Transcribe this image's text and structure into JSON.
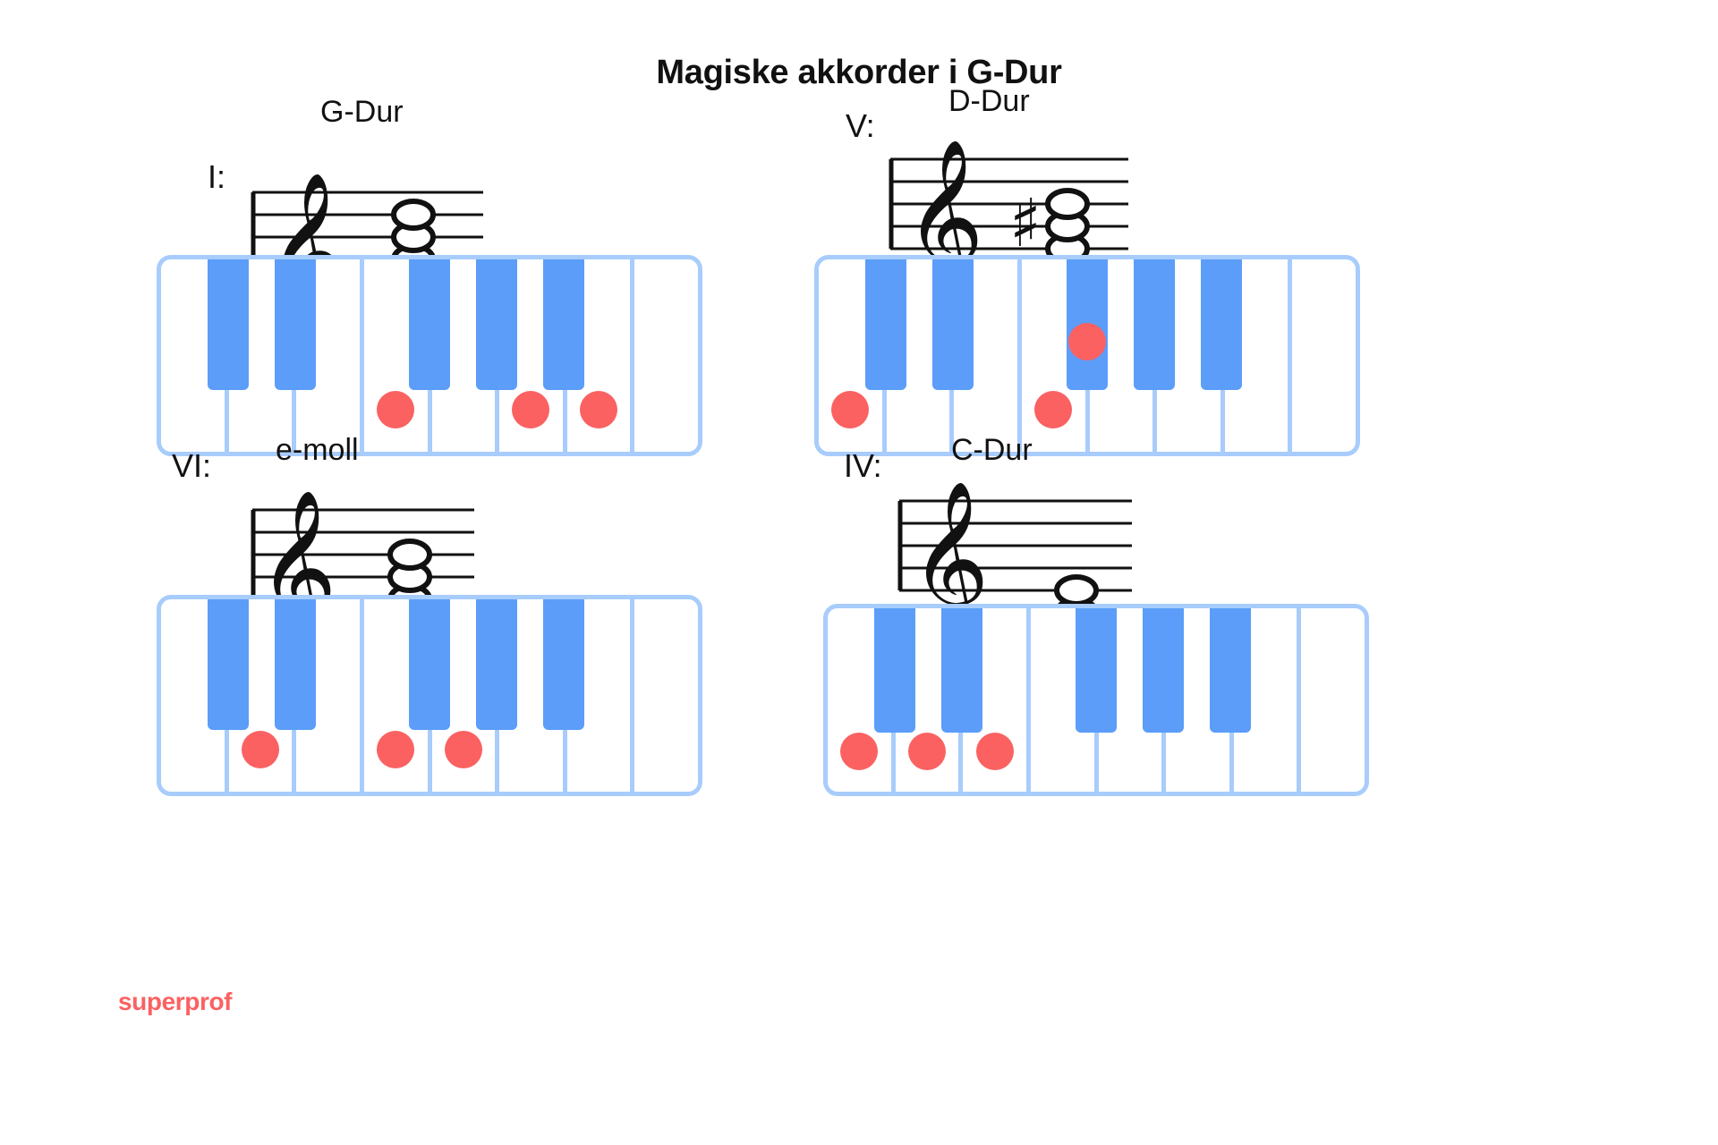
{
  "title": "Magiske akkorder i G-Dur",
  "logo": "superprof",
  "colors": {
    "black_key": "#5B9DF9",
    "key_border": "#A8CCFC",
    "marker": "#FB6161",
    "text": "#111111"
  },
  "chords": [
    {
      "id": "chord-1",
      "roman": "I:",
      "name": "G-Dur",
      "accidental": "",
      "staff_notes": [
        {
          "label": "G4",
          "step": 0
        },
        {
          "label": "B4",
          "step": 1
        },
        {
          "label": "D5",
          "step": 2
        }
      ],
      "keys_marked": [
        "G",
        "B",
        "D"
      ],
      "marker_positions": [
        3,
        5,
        6
      ],
      "black_key_layout": [
        1,
        2,
        4,
        5,
        6
      ]
    },
    {
      "id": "chord-2",
      "roman": "V:",
      "name": "D-Dur",
      "accidental": "♯",
      "staff_notes": [
        {
          "label": "D4",
          "step": 0
        },
        {
          "label": "F#4",
          "step": 1
        },
        {
          "label": "A4",
          "step": 2
        }
      ],
      "keys_marked": [
        "D",
        "F#",
        "A"
      ],
      "marker_positions": [
        0,
        3
      ],
      "black_marker_positions": [
        4
      ],
      "black_key_layout": [
        1,
        2,
        4,
        5,
        6
      ]
    },
    {
      "id": "chord-3",
      "roman": "VI:",
      "name": "e-moll",
      "accidental": "",
      "staff_notes": [
        {
          "label": "E4",
          "step": 0
        },
        {
          "label": "G4",
          "step": 1
        },
        {
          "label": "B4",
          "step": 2
        }
      ],
      "keys_marked": [
        "E",
        "G",
        "B"
      ],
      "marker_positions": [
        1,
        3,
        4
      ],
      "black_key_layout": [
        1,
        2,
        4,
        5,
        6
      ]
    },
    {
      "id": "chord-4",
      "roman": "IV:",
      "name": "C-Dur",
      "accidental": "",
      "staff_notes": [
        {
          "label": "C4",
          "step": 0
        },
        {
          "label": "E4",
          "step": 1
        },
        {
          "label": "G4",
          "step": 2
        }
      ],
      "keys_marked": [
        "C",
        "E",
        "G"
      ],
      "marker_positions": [
        0,
        1,
        2
      ],
      "black_key_layout": [
        1,
        2,
        4,
        5,
        6
      ],
      "ledger_line": true
    }
  ]
}
